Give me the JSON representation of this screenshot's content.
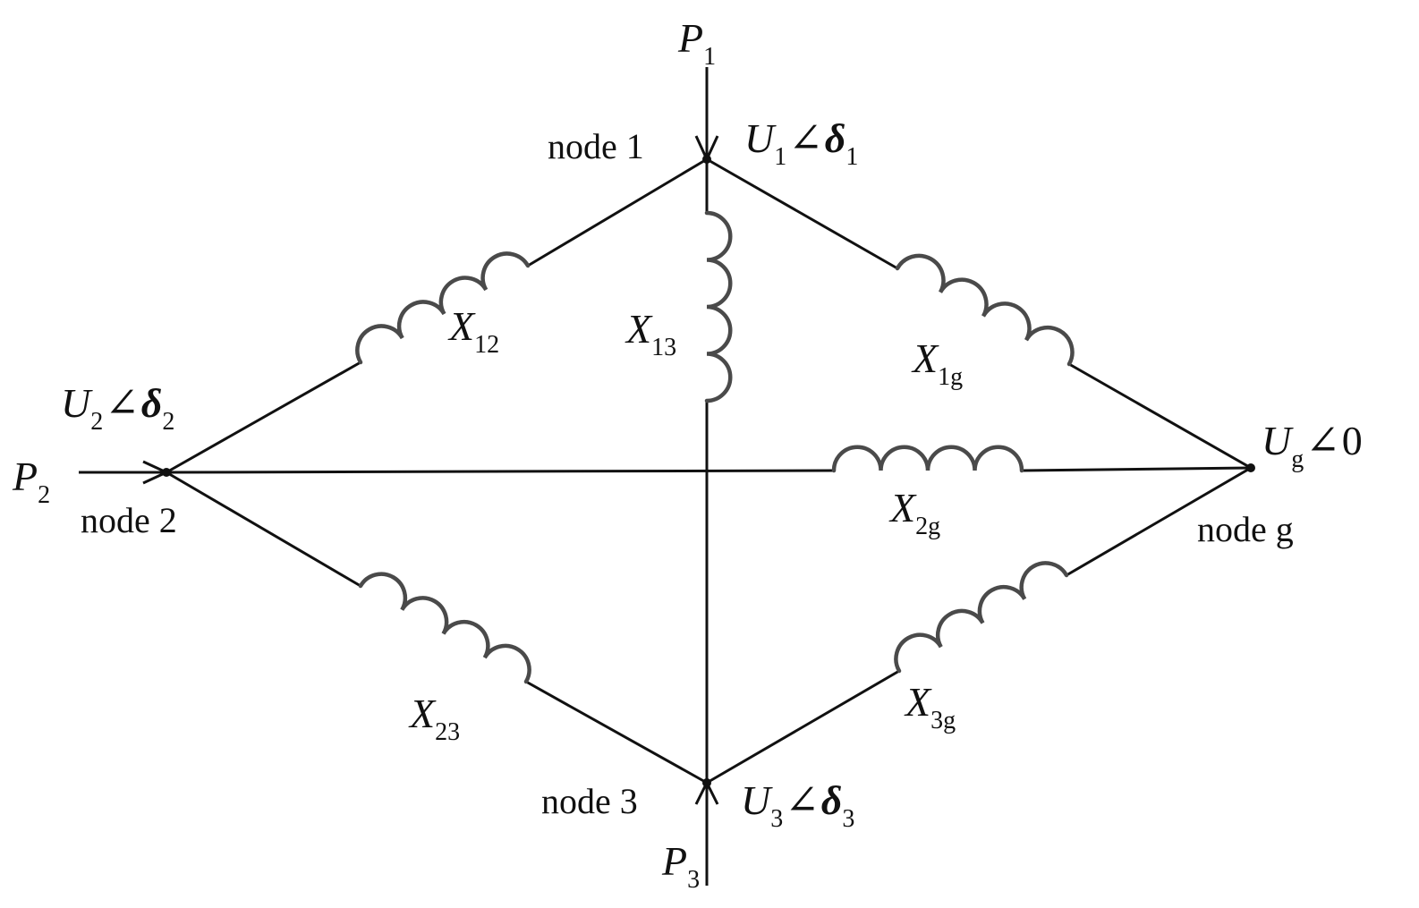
{
  "nodes": {
    "n1": {
      "name": "node 1",
      "voltage": "U",
      "voltage_sub": "1",
      "angle": "δ",
      "angle_sub": "1"
    },
    "n2": {
      "name": "node 2",
      "voltage": "U",
      "voltage_sub": "2",
      "angle": "δ",
      "angle_sub": "2"
    },
    "n3": {
      "name": "node 3",
      "voltage": "U",
      "voltage_sub": "3",
      "angle": "δ",
      "angle_sub": "3"
    },
    "ng": {
      "name": "node g",
      "voltage": "U",
      "voltage_sub": "g",
      "angle": "0"
    }
  },
  "angle_symbol": "∠",
  "powers": [
    {
      "sym": "P",
      "sub": "1"
    },
    {
      "sym": "P",
      "sub": "2"
    },
    {
      "sym": "P",
      "sub": "3"
    }
  ],
  "reactances": [
    {
      "sym": "X",
      "sub": "12"
    },
    {
      "sym": "X",
      "sub": "13"
    },
    {
      "sym": "X",
      "sub": "1g"
    },
    {
      "sym": "X",
      "sub": "2g"
    },
    {
      "sym": "X",
      "sub": "23"
    },
    {
      "sym": "X",
      "sub": "3g"
    }
  ]
}
